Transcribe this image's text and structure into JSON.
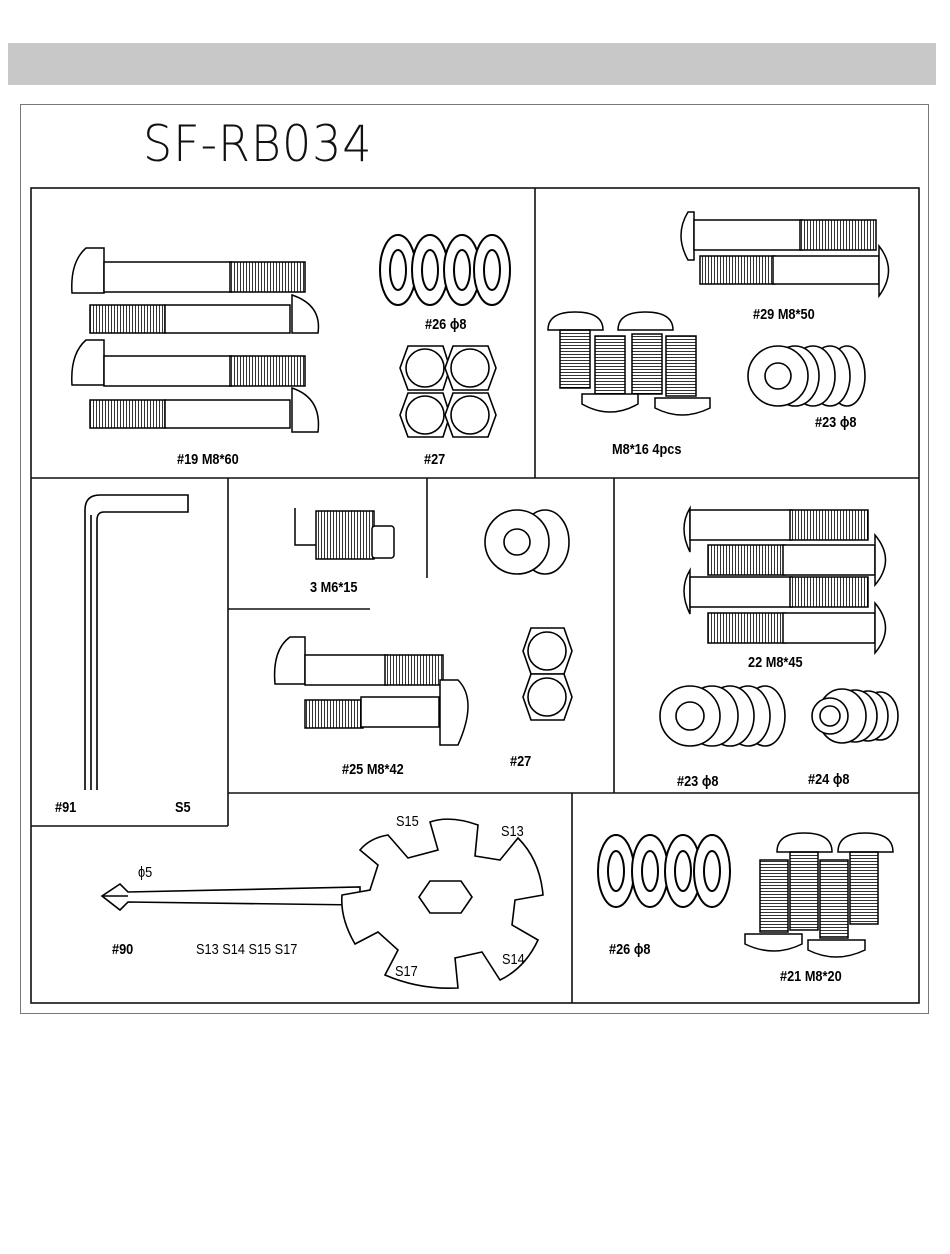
{
  "page": {
    "title": "SF-RB034"
  },
  "labels": {
    "p1_bolt": "#19  M8*60",
    "p1_washer": "#26  ϕ8",
    "p1_nut": "#27",
    "p2_bolt": "#29  M8*50",
    "p2_screw": "M8*16  4pcs",
    "p2_washer": "#23  ϕ8",
    "p3_hex_key_num": "#91",
    "p3_hex_key_size": "S5",
    "p4_screw": "3  M6*15",
    "p6_bolt": "#25  M8*42",
    "p7_nut": "#27",
    "p8_bolt": "22  M8*45",
    "p8_washer_flat": "#23  ϕ8",
    "p8_washer_spring": "#24  ϕ8",
    "p9_wrench_num": "#90",
    "p9_sizes": "S13   S14   S15   S17",
    "p9_pin": "ϕ5",
    "p9_s15": "S15",
    "p9_s13": "S13",
    "p9_s17": "S17",
    "p9_s14": "S14",
    "p10_washer": "#26  ϕ8",
    "p10_screw": "#21  M8*20"
  }
}
